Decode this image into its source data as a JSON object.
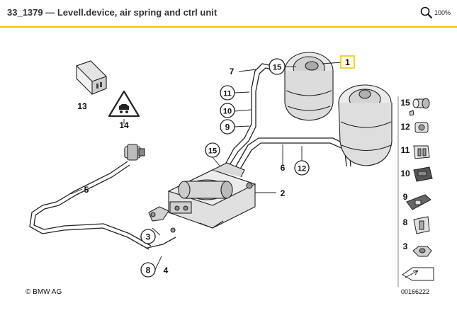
{
  "header": {
    "title": "33_1379 — Levell.device, air spring and ctrl unit",
    "zoom": "100%"
  },
  "diagram": {
    "copyright": "© BMW AG",
    "drawing_number": "00166222",
    "callouts": [
      "1",
      "2",
      "3",
      "4",
      "5",
      "6",
      "7",
      "8",
      "9",
      "10",
      "11",
      "12",
      "13",
      "14",
      "15"
    ],
    "sidebar_labels": [
      "15",
      "12",
      "11",
      "10",
      "9",
      "8",
      "3"
    ]
  },
  "colors": {
    "accent": "#f2c200",
    "highlight_box": "#f2c200",
    "line": "#222222"
  }
}
